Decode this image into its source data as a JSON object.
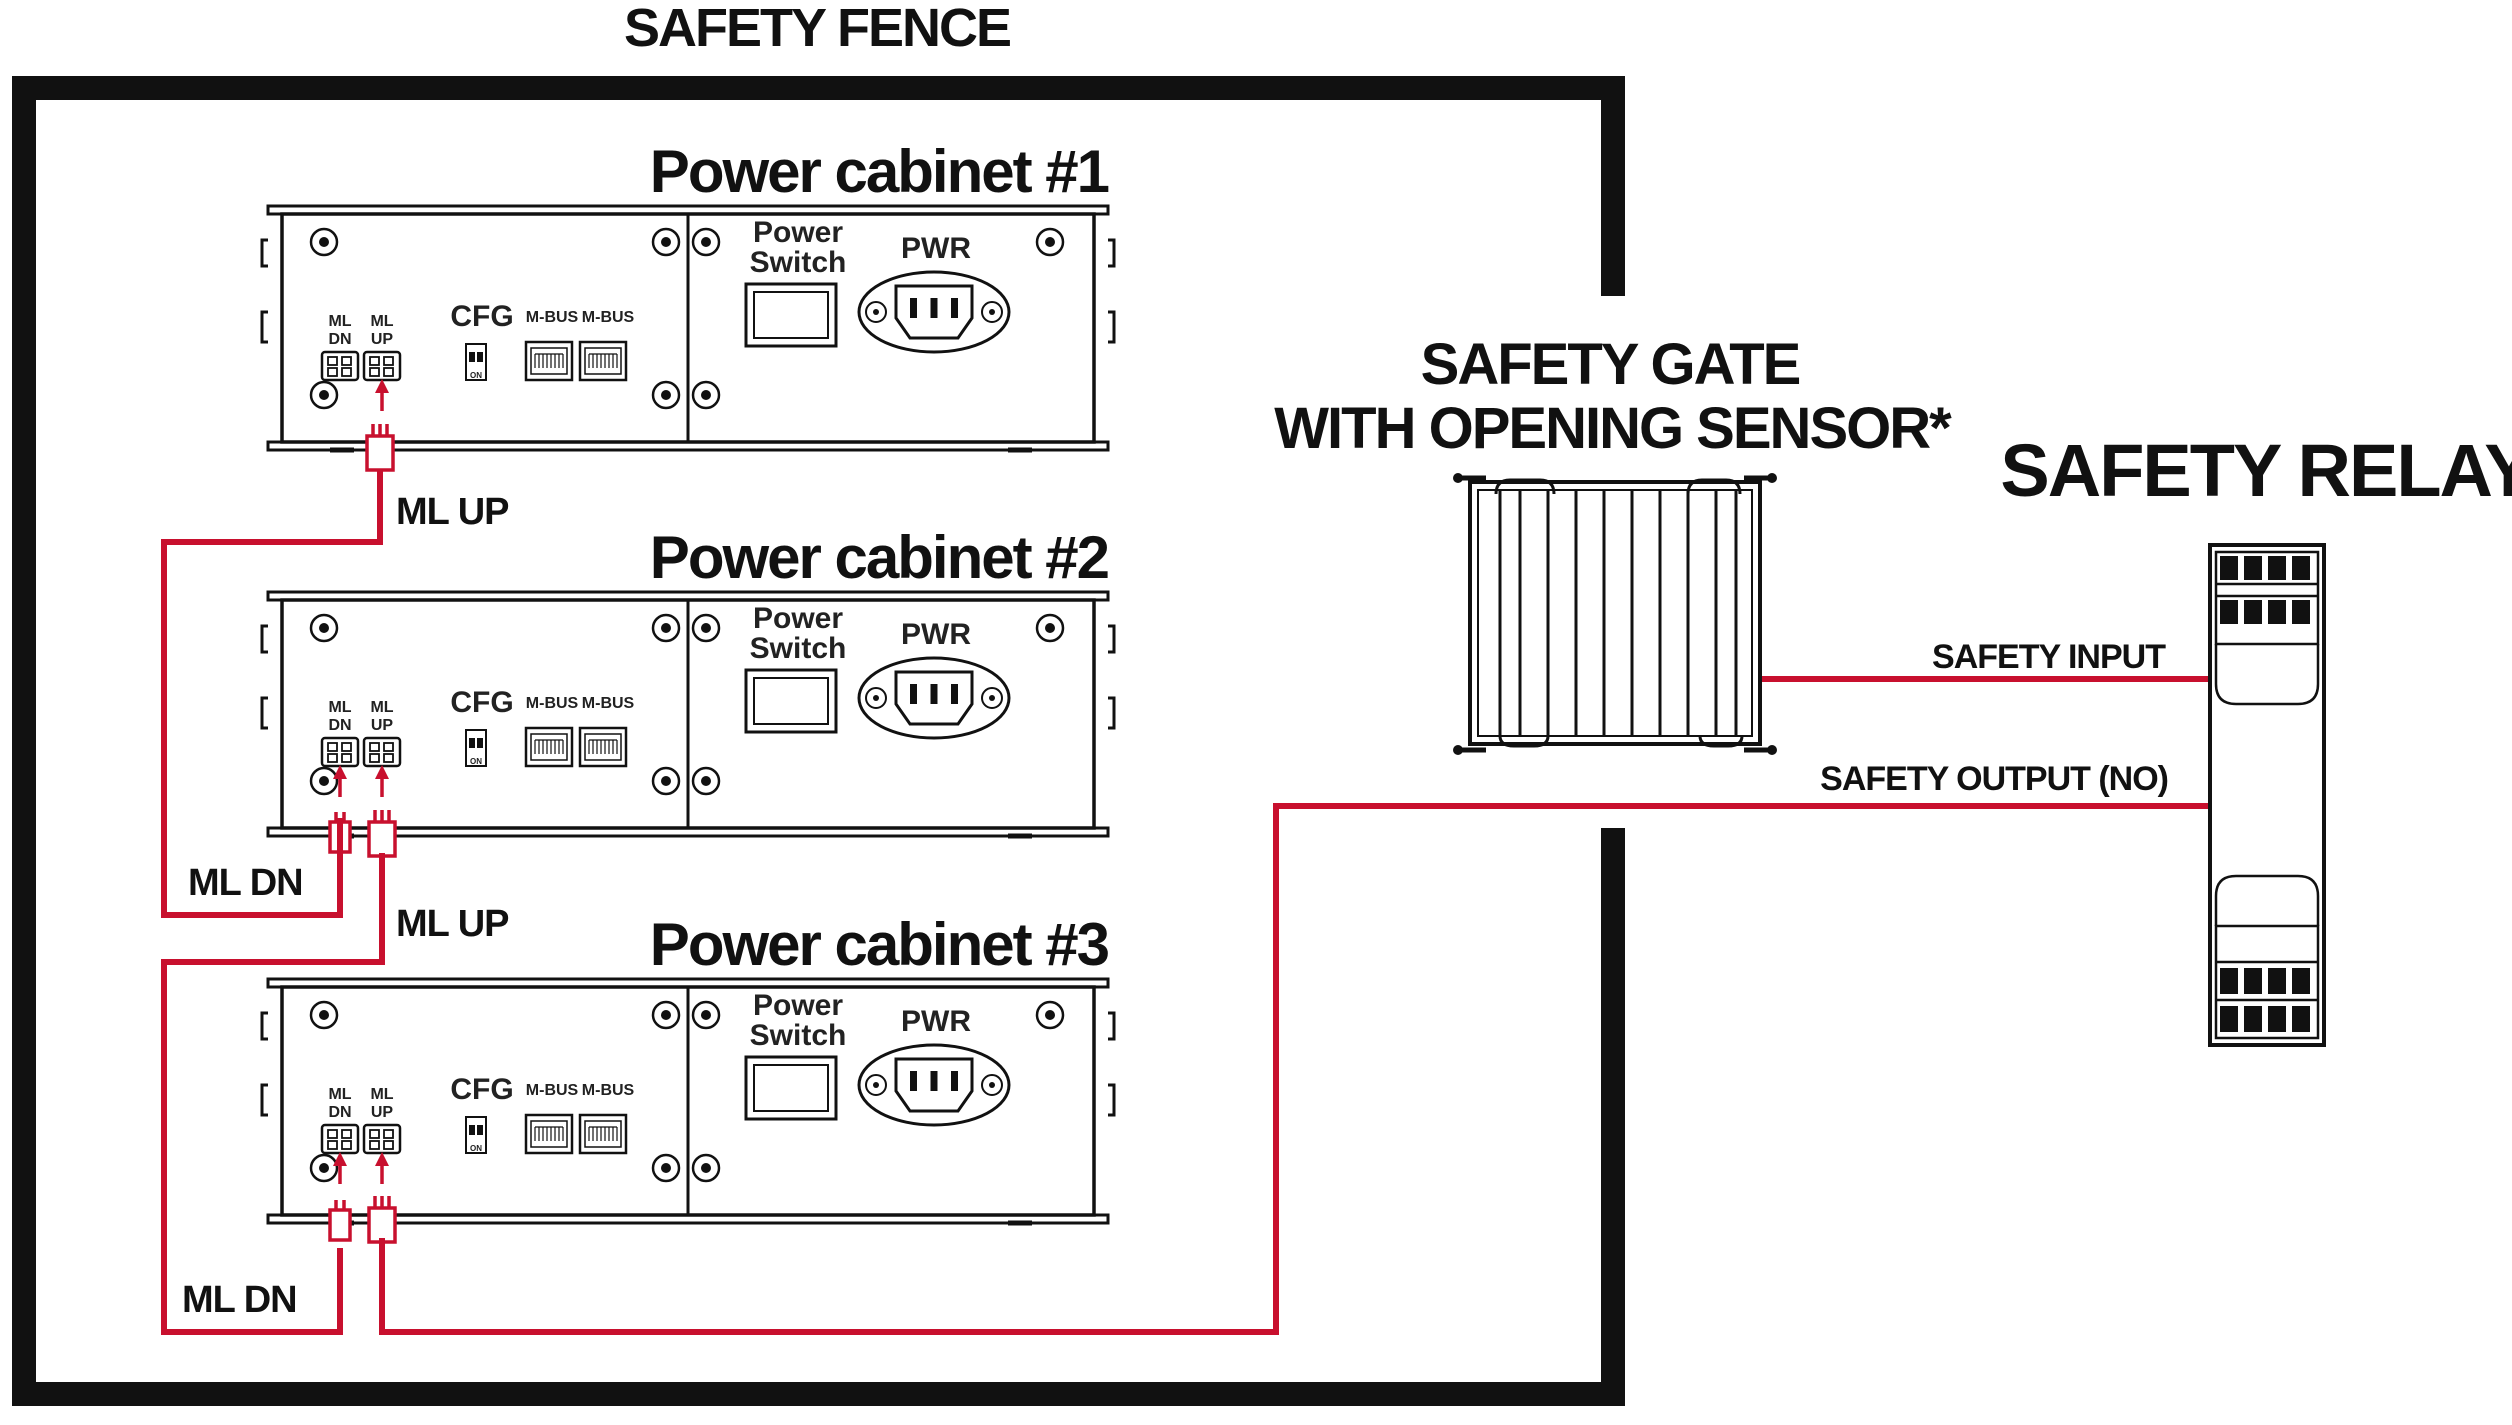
{
  "fence": {
    "title": "SAFETY FENCE"
  },
  "cabinets": [
    {
      "title": "Power cabinet #1",
      "ml_dn": "ML DN",
      "ml_up": "ML UP",
      "cfg": "CFG",
      "mbus1": "M-BUS",
      "mbus2": "M-BUS",
      "power_switch_line1": "Power",
      "power_switch_line2": "Switch",
      "pwr": "PWR",
      "dip_label": "ON"
    },
    {
      "title": "Power cabinet #2",
      "ml_dn": "ML DN",
      "ml_up": "ML UP",
      "cfg": "CFG",
      "mbus1": "M-BUS",
      "mbus2": "M-BUS",
      "power_switch_line1": "Power",
      "power_switch_line2": "Switch",
      "pwr": "PWR",
      "dip_label": "ON"
    },
    {
      "title": "Power cabinet #3",
      "ml_dn": "ML DN",
      "ml_up": "ML UP",
      "cfg": "CFG",
      "mbus1": "M-BUS",
      "mbus2": "M-BUS",
      "power_switch_line1": "Power",
      "power_switch_line2": "Switch",
      "pwr": "PWR",
      "dip_label": "ON"
    }
  ],
  "wires": {
    "ml_up_1": "ML UP",
    "ml_dn_2": "ML DN",
    "ml_up_2": "ML UP",
    "ml_dn_3": "ML DN",
    "safety_input": "SAFETY INPUT",
    "safety_output": "SAFETY OUTPUT (NO)"
  },
  "gate": {
    "title_line1": "SAFETY GATE",
    "title_line2": "WITH OPENING SENSOR*"
  },
  "relay": {
    "title": "SAFETY RELAY"
  },
  "colors": {
    "wire": "#c8102e",
    "ink": "#111111",
    "background": "#ffffff"
  }
}
